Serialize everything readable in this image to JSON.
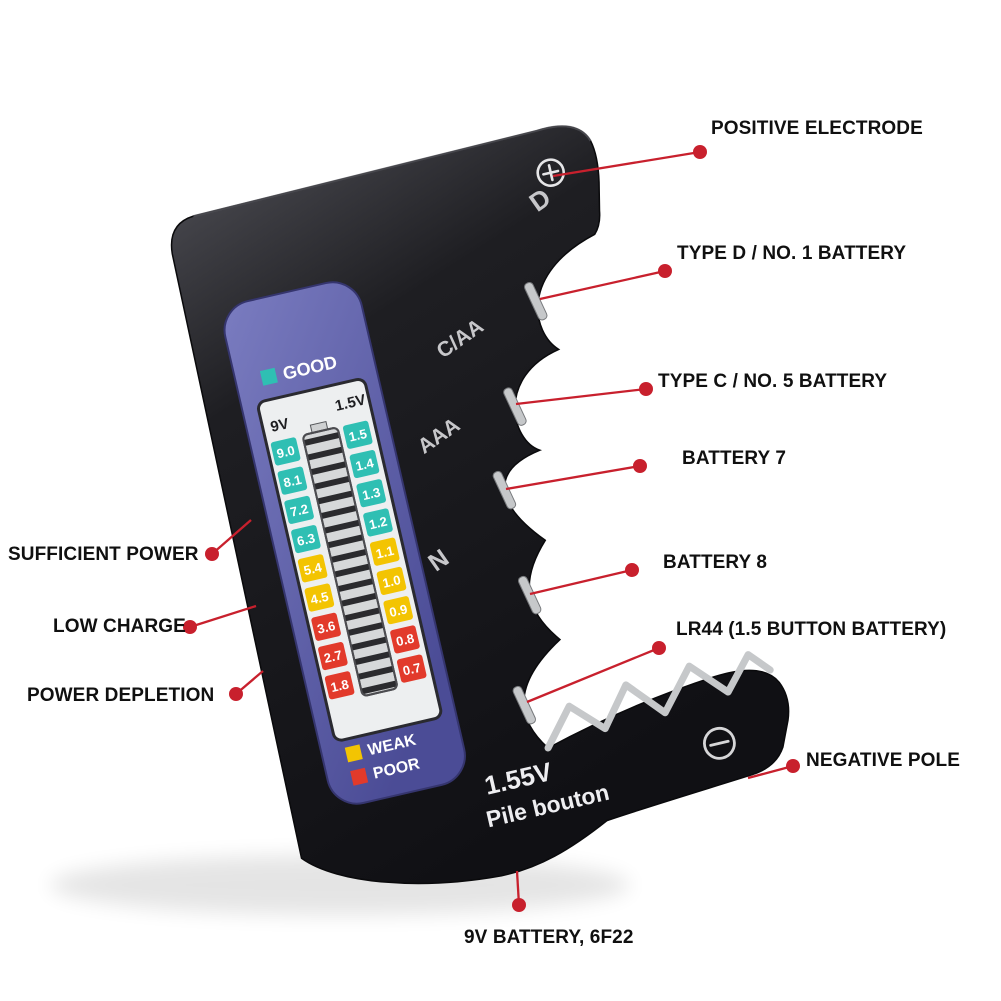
{
  "scene": {
    "background": "#ffffff"
  },
  "colors": {
    "leader": "#c8202d",
    "label_text": "#101010",
    "device_body": "#1a1a1c",
    "display_panel": "#5a5aa6",
    "screen": "#edeff0",
    "good": "#2fbfb3",
    "weak": "#f3c402",
    "poor": "#e23a2b",
    "chrome": "#c6c8ca"
  },
  "icons": {
    "positive_terminal": "circled-plus-icon",
    "negative_terminal": "circled-minus-icon"
  },
  "device": {
    "display": {
      "good_label": "GOOD",
      "weak_label": "WEAK",
      "poor_label": "POOR",
      "columns": [
        {
          "header": "9V",
          "values": [
            "9.0",
            "8.1",
            "7.2",
            "6.3",
            "5.4",
            "4.5",
            "3.6",
            "2.7",
            "1.8"
          ]
        },
        {
          "header": "1.5V",
          "values": [
            "1.5",
            "1.4",
            "1.3",
            "1.2",
            "1.1",
            "1.0",
            "0.9",
            "0.8",
            "0.7"
          ]
        }
      ]
    },
    "markings": {
      "slot_d": "D",
      "slot_c_aa": "C/AA",
      "slot_aaa": "AAA",
      "slot_n": "N",
      "voltage": "1.55V",
      "button_cell": "Pile bouton"
    }
  },
  "callouts": {
    "right": [
      {
        "id": "positive-electrode",
        "label": "POSITIVE ELECTRODE"
      },
      {
        "id": "type-d",
        "label": "TYPE D / NO. 1 BATTERY"
      },
      {
        "id": "type-c",
        "label": "TYPE C / NO. 5 BATTERY"
      },
      {
        "id": "battery-7",
        "label": "BATTERY 7"
      },
      {
        "id": "battery-8",
        "label": "BATTERY 8"
      },
      {
        "id": "lr44",
        "label": "LR44 (1.5 BUTTON BATTERY)"
      },
      {
        "id": "negative-pole",
        "label": "NEGATIVE POLE"
      }
    ],
    "left": [
      {
        "id": "sufficient-power",
        "label": "SUFFICIENT POWER"
      },
      {
        "id": "low-charge",
        "label": "LOW CHARGE"
      },
      {
        "id": "power-depletion",
        "label": "POWER DEPLETION"
      }
    ],
    "bottom": [
      {
        "id": "9v-battery",
        "label": "9V BATTERY, 6F22"
      }
    ]
  }
}
